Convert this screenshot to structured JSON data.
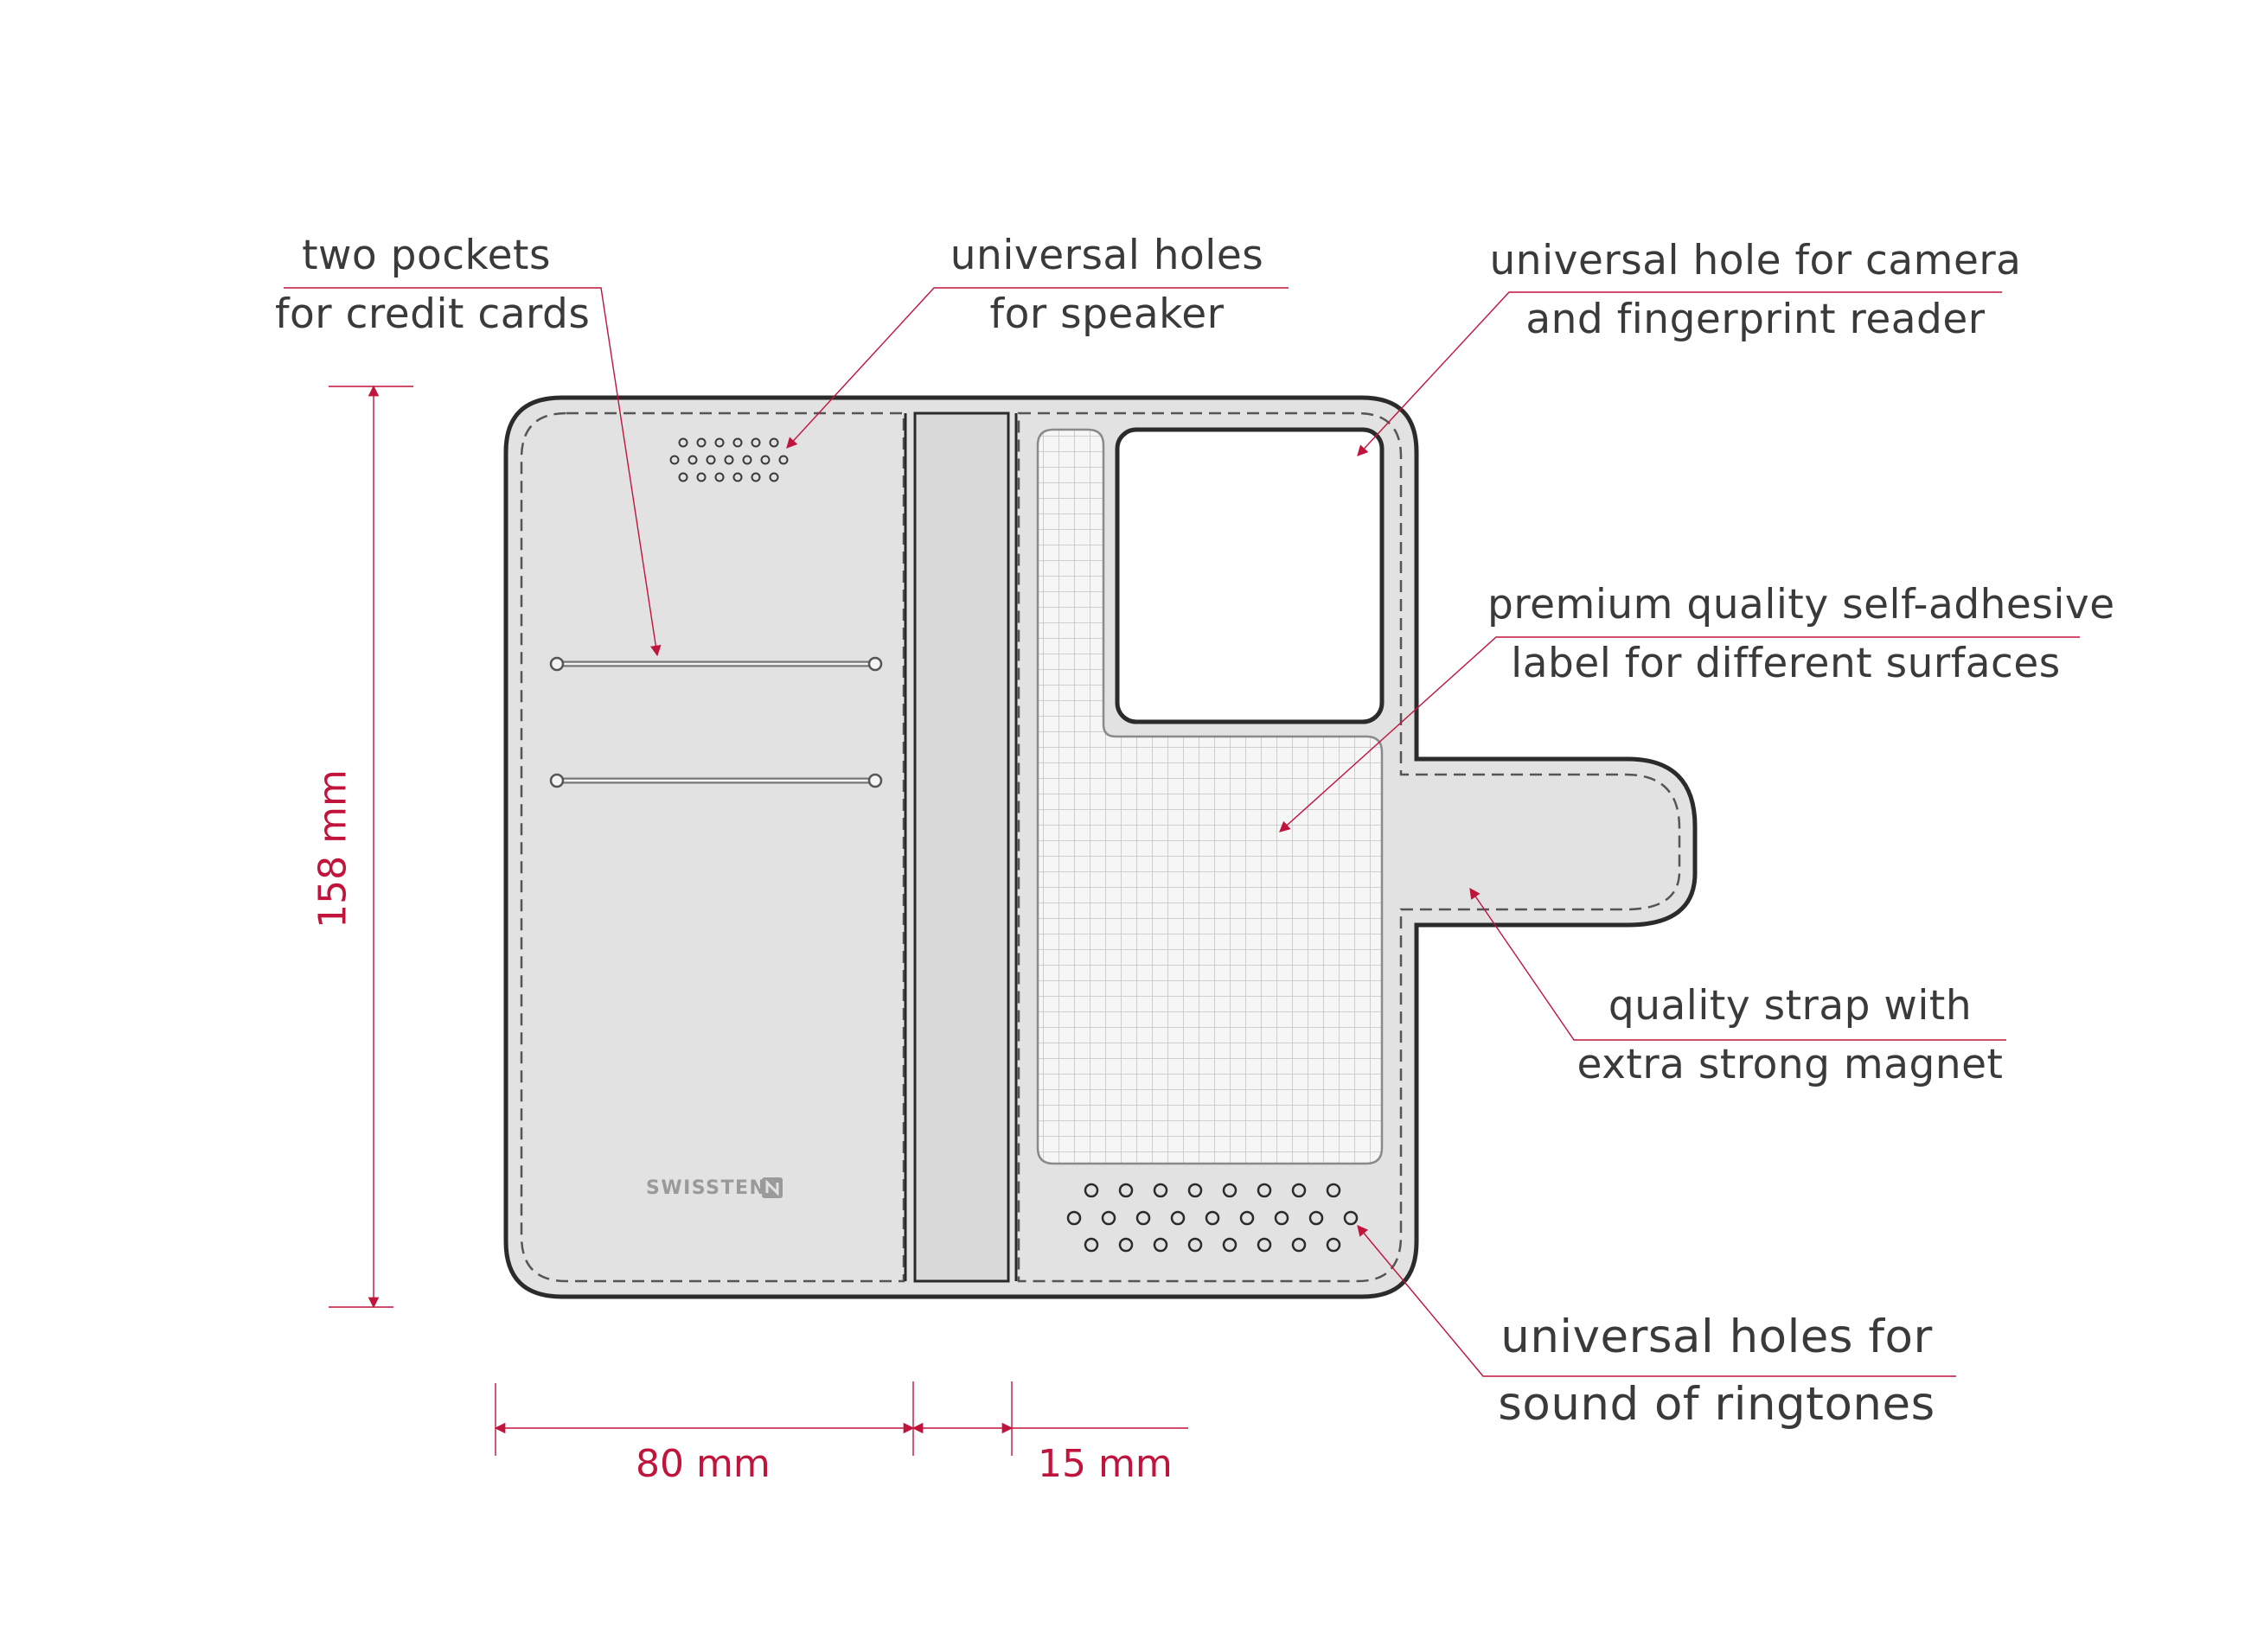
{
  "labels": {
    "pockets": {
      "line1": "two pockets",
      "line2": "for credit cards"
    },
    "speaker": {
      "line1": "universal holes",
      "line2": "for speaker"
    },
    "camera": {
      "line1": "universal hole for camera",
      "line2": "and fingerprint reader"
    },
    "adhesive": {
      "line1": "premium quality self-adhesive",
      "line2": "label for different surfaces"
    },
    "strap": {
      "line1": "quality strap with",
      "line2": "extra strong magnet"
    },
    "ringtones": {
      "line1": "universal holes for",
      "line2": "sound of ringtones"
    }
  },
  "dimensions": {
    "height": "158 mm",
    "left_width": "80 mm",
    "spine_width": "15 mm"
  },
  "brand": {
    "logo_text": "SWISSTEN"
  },
  "colors": {
    "accent": "#c0143c",
    "outline": "#2b2b2b",
    "fill": "#e2e2e2",
    "text": "#3a3a3a"
  }
}
